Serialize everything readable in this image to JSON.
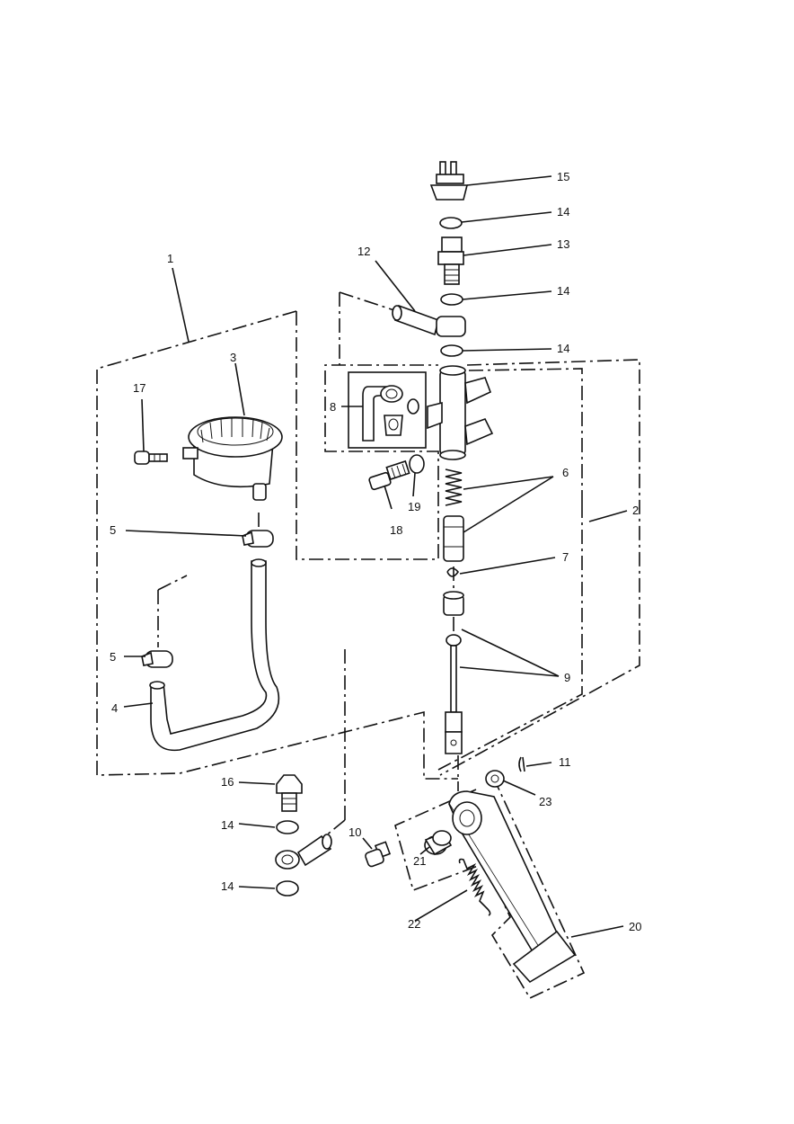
{
  "callouts": {
    "c1": "1",
    "c2": "2",
    "c3": "3",
    "c4": "4",
    "c5a": "5",
    "c5b": "5",
    "c6": "6",
    "c7": "7",
    "c8": "8",
    "c9": "9",
    "c10": "10",
    "c11": "11",
    "c12": "12",
    "c13": "13",
    "c14a": "14",
    "c14b": "14",
    "c14c": "14",
    "c14d": "14",
    "c14e": "14",
    "c15": "15",
    "c16": "16",
    "c17": "17",
    "c18": "18",
    "c19": "19",
    "c20": "20",
    "c21": "21",
    "c22": "22",
    "c23": "23"
  }
}
